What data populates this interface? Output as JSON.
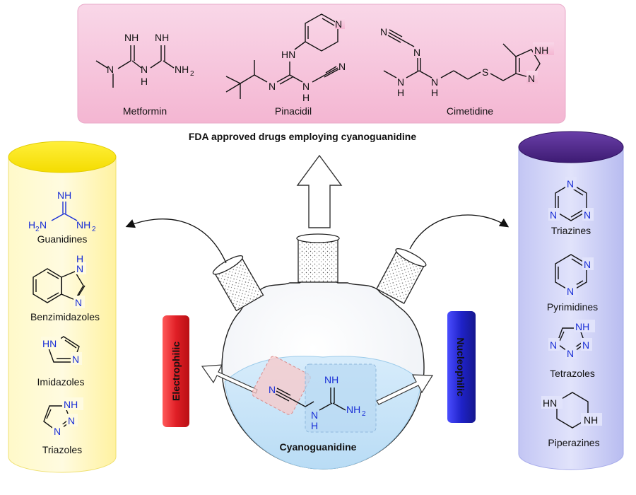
{
  "title": "FDA approved drugs employing cyanoguanidine",
  "drugs": [
    {
      "name": "Metformin"
    },
    {
      "name": "Pinacidil"
    },
    {
      "name": "Cimetidine"
    }
  ],
  "center_label": "Cyanoguanidine",
  "left_tag": "Electrophilic",
  "right_tag": "Nucleophilic",
  "left_products": [
    "Guanidines",
    "Benzimidazoles",
    "Imidazoles",
    "Triazoles"
  ],
  "right_products": [
    "Triazines",
    "Pyrimidines",
    "Tetrazoles",
    "Piperazines"
  ],
  "colors": {
    "drug_box": "#f7c6dd",
    "left_cylinder": "#fff6b0",
    "right_cylinder": "#c9ccf5",
    "electrophilic_tag": "#e01f26",
    "nucleophilic_tag": "#1f22c8",
    "atom_label": "#1a2fd6"
  }
}
